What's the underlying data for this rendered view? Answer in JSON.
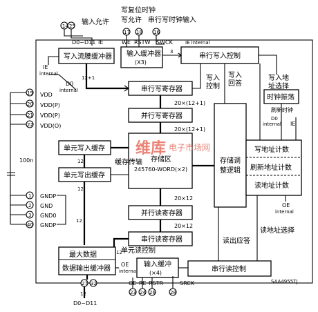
{
  "blocks": {
    "input_buffer_top": "写入流腰缓冲器",
    "input_buffer_x3": "输入缓冲器",
    "input_buffer_x3_sub": "(X3)",
    "serial_write_ctrl": "串行写入控制",
    "serial_write_reg": "串行写寄存器",
    "parallel_write_reg": "并行写寄存器",
    "memory": "存储区",
    "memory_sub": "245760-WORD(×2)",
    "parallel_read_reg": "并行读寄存器",
    "serial_read_reg": "串行读寄存器",
    "unit_write_buf": "单元写入缓存",
    "unit_write_out_buf": "单元写出缓存",
    "max_data": "最大数据",
    "data_out_buf": "数据输出缓冲器",
    "input_buffer_x4": "输入缓冲",
    "input_buffer_x4_sub": "(×4)",
    "serial_read_ctrl": "串行读控制",
    "timing_gen": "时钟振荡",
    "refresh_logic_l1": "存储调",
    "refresh_logic_l2": "整逻辑",
    "write_addr_counter": "写地址计数",
    "refresh_addr_counter": "刷新地址计数",
    "read_addr_counter": "读地址计数"
  },
  "labels": {
    "input_allow": "输入允许",
    "write_reset_clock": "写复位时钟",
    "write_allow": "写允许",
    "serial_write_clock_input": "串行写时钟输入",
    "d0_d11_in": "D0~D11",
    "ie": "IE",
    "we": "WE",
    "rstw": "RSTW",
    "swck": "SWCK",
    "ie_internal_top": "IE internal",
    "ie_internal_left": "IE",
    "internal": "internal",
    "num_3": "3",
    "num_12_1": "12+1",
    "d0_label": "D0",
    "d0_internal": "internal",
    "vdd": "VDD",
    "vdd_p1": "VDD(P)",
    "vdd_p2": "VDD(P)",
    "vdd_o": "VDD(O)",
    "write_ctrl": "写入",
    "write_ctrl2": "控制",
    "write_answer": "写入",
    "write_answer2": "回答",
    "write_addr_sel": "写入地",
    "write_addr_sel2": "址选择",
    "bus_20x12_1a": "20×(12+1)",
    "bus_20x12_1b": "20×(12+1)",
    "bus_20x12_a": "20×12",
    "bus_20x12_b": "20×12",
    "refresh_clock": "刷新时钟",
    "refresh_d0": "D0",
    "refresh_internal": "internal",
    "ie_right": "IE",
    "cache_transfer": "缓存传输",
    "num_12_a": "12",
    "num_12_b": "12",
    "num_12_c": "12",
    "num_12_d": "12",
    "cap": "100n",
    "gndp": "GNDP",
    "gnd": "GND",
    "gndo": "GND0",
    "gndp2": "GNDP",
    "read_answer": "读出应答",
    "read_addr_sel": "读地址选择",
    "oe": "OE",
    "oe_internal": "internal",
    "unit_read_ctrl": "单元读控制",
    "oe_internal_left": "OE",
    "internal_left": "internal",
    "oe_bottom": "OE",
    "re": "RE",
    "rstr": "RSTR",
    "srck": "SRCK",
    "d0_d11_out": "D0~D11",
    "num_12_out": "12",
    "chip": "SAA4955TJ",
    "watermark": "维库",
    "watermark2": "电子市场网"
  },
  "pins": {
    "p14": "14",
    "p25": "25",
    "p17": "17",
    "p18": "18",
    "p16": "16",
    "p19": "19",
    "p20": "20",
    "p21": "21",
    "p22": "22",
    "p1": "1",
    "p2": "2",
    "p3": "3",
    "p40": "40",
    "p23": "23",
    "p24": "24",
    "p26": "26",
    "p27": "27",
    "p28": "28",
    "p32": "32"
  }
}
